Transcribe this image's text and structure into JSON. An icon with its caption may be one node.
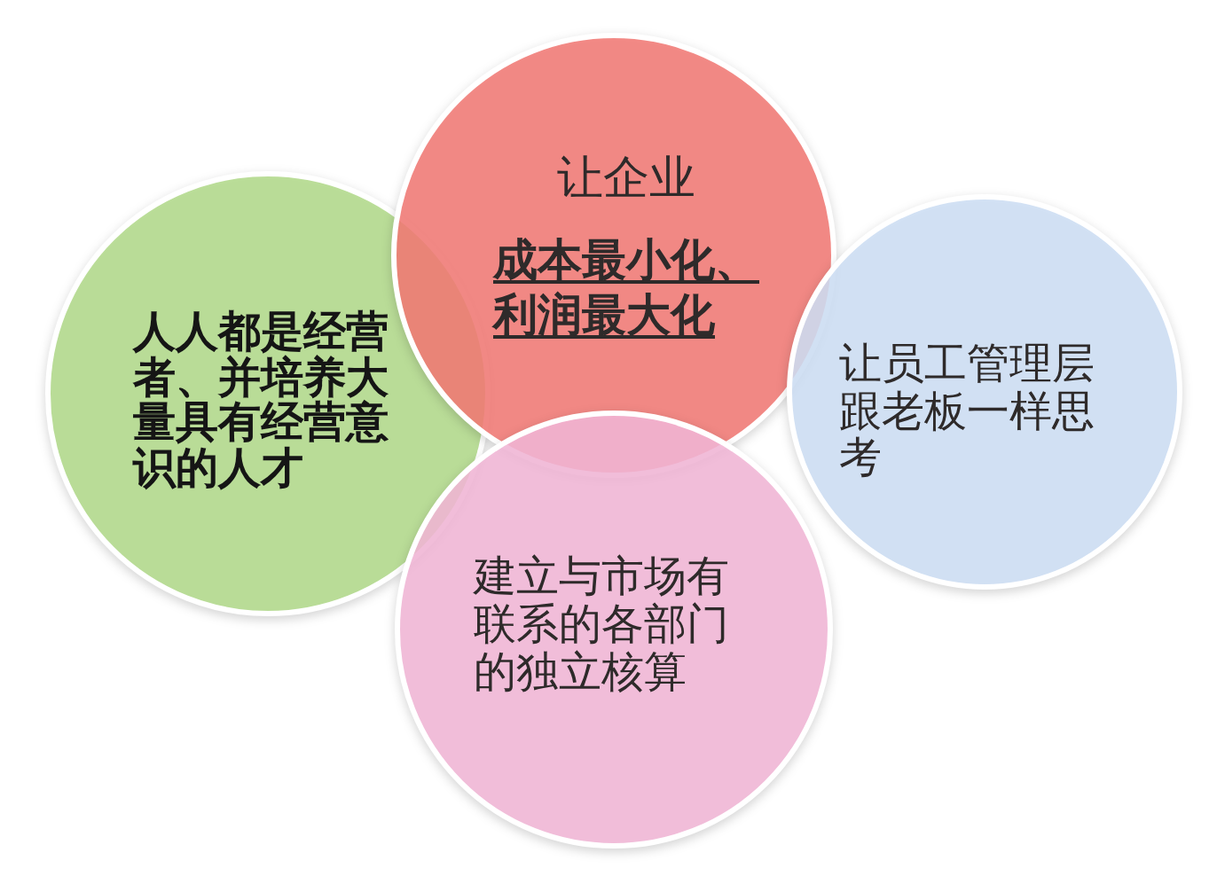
{
  "diagram": {
    "nodes": [
      {
        "text": [
          "让企业",
          "成本最小化、利润最大化"
        ]
      },
      {
        "text": [
          "人人都是经营者、并培养大量具有经营意识的人才"
        ]
      },
      {
        "text": [
          "让员工管理层跟老板一样思考"
        ]
      },
      {
        "text": [
          "建立与市场有联系的各部门的独立核算"
        ]
      }
    ]
  }
}
